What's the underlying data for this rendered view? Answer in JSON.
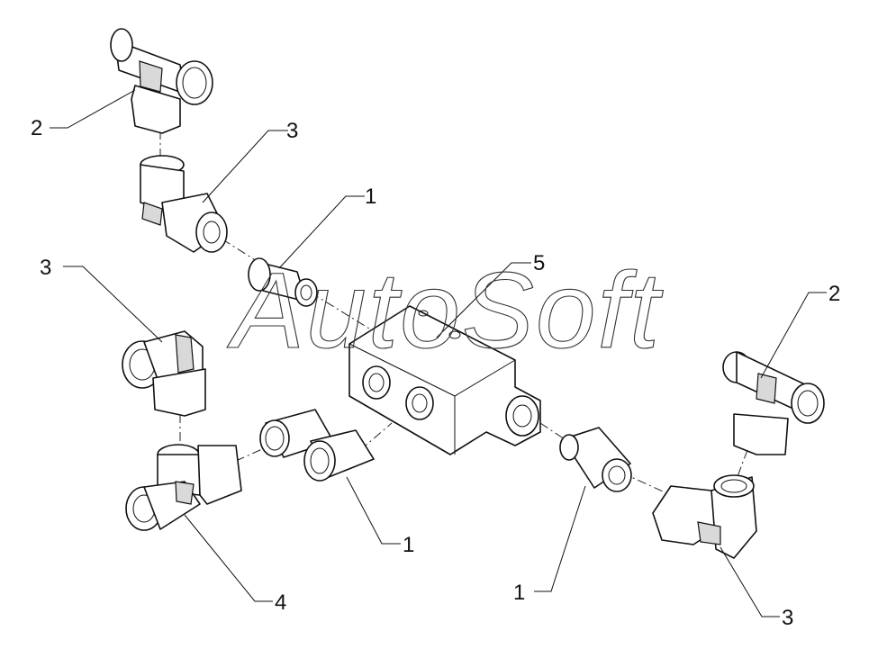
{
  "watermark": "AutoSoft",
  "callouts": {
    "c1": "2",
    "c2": "3",
    "c3": "1",
    "c4": "3",
    "c5": "5",
    "c6": "2",
    "c7": "1",
    "c8": "1",
    "c9": "4",
    "c10": "3"
  }
}
